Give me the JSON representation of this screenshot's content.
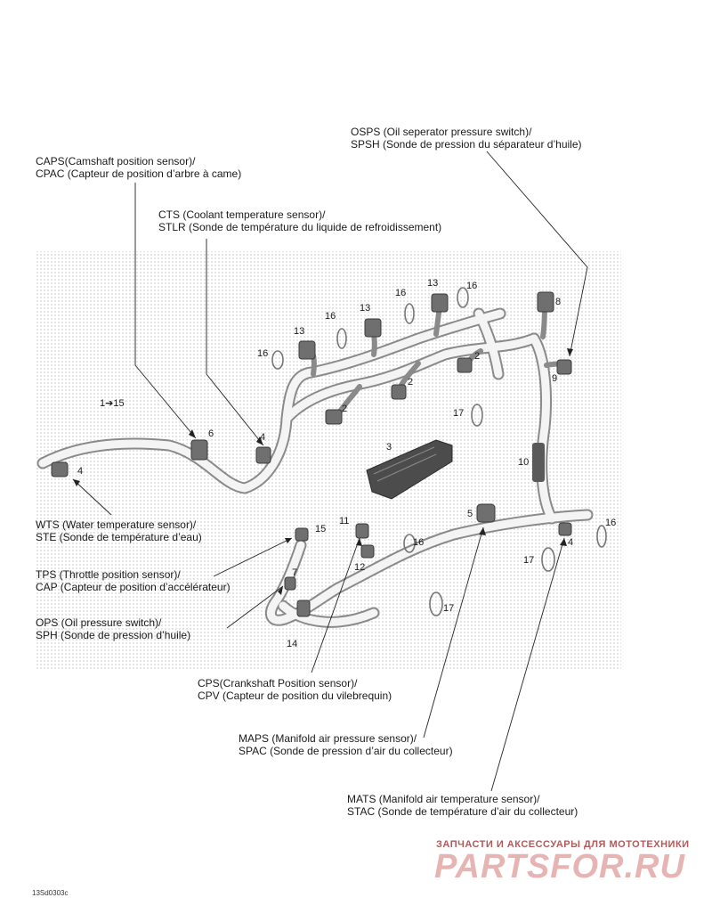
{
  "callouts": {
    "caps": [
      "CAPS(Camshaft position sensor)/",
      "CPAC (Capteur de position d’arbre à came)"
    ],
    "cts": [
      "CTS (Coolant temperature sensor)/",
      "STLR (Sonde de température du liquide de refroidissement)"
    ],
    "osps": [
      "OSPS (Oil seperator pressure switch)/",
      "SPSH (Sonde de pression du séparateur d’huile)"
    ],
    "wts": [
      "WTS (Water temperature sensor)/",
      "STE (Sonde de température d’eau)"
    ],
    "tps": [
      "TPS (Throttle position sensor)/",
      "CAP (Capteur de position d’accélérateur)"
    ],
    "ops": [
      "OPS (Oil pressure switch)/",
      "SPH (Sonde de pression d’huile)"
    ],
    "cps": [
      "CPS(Crankshaft Position sensor)/",
      "CPV (Capteur de position du vilebrequin)"
    ],
    "maps": [
      "MAPS (Manifold air pressure sensor)/",
      "SPAC (Sonde de pression d’air du collecteur)"
    ],
    "mats": [
      "MATS (Manifold air temperature sensor)/",
      "STAC (Sonde de température d’air du collecteur)"
    ]
  },
  "part_numbers": {
    "n1_15": "1➔15",
    "n2": "2",
    "n3": "3",
    "n4": "4",
    "n5": "5",
    "n6": "6",
    "n7": "7",
    "n8": "8",
    "n9": "9",
    "n10": "10",
    "n11": "11",
    "n12": "12",
    "n13": "13",
    "n14": "14",
    "n15": "15",
    "n16": "16",
    "n17": "17"
  },
  "watermark": {
    "tagline": "ЗАПЧАСТИ И АКСЕССУАРЫ ДЛЯ МОТОТЕХНИКИ",
    "logo": "PARTSFOR.RU"
  },
  "figure_code": "13Sd0303c",
  "colors": {
    "harness": "#f4f4f4",
    "harness_outline": "#8a8a8a",
    "part": "#6f6f6f",
    "dotted_bg": "#d9d9d9"
  }
}
